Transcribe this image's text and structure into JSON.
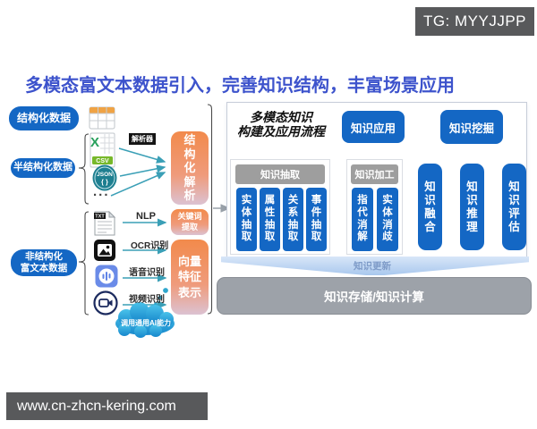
{
  "page": {
    "title": "多模态富文本数据引入，完善知识结构，丰富场景应用"
  },
  "badge": {
    "text": "TG: MYYJJPP"
  },
  "watermark": {
    "text": "www.cn-zhcn-kering.com"
  },
  "colors": {
    "primary_blue": "#1467C4",
    "title_blue": "#3D53CC",
    "orange_accent": "#F28A4B",
    "group_header_gray": "#9E9E9E",
    "storage_gray": "#9DA2A9",
    "badge_gray": "#58595B",
    "teal_connector": "#3A9FB6",
    "ribbon_blue": "#A9C8EE"
  },
  "left": {
    "structured_label": "结构化数据",
    "semi_structured_label": "半结构化数据",
    "unstructured_line1": "非结构化",
    "unstructured_line2": "富文本数据",
    "parser_tag": "解析器",
    "excel_x": "X",
    "csv_tag": "CSV",
    "json_tag": "JSON",
    "json_braces": "{ }",
    "txt_tag": "TXT",
    "ellipsis": "...",
    "nlp_label": "NLP",
    "ocr_label": "OCR识别",
    "asr_label": "语音识别",
    "video_label": "视频识别",
    "structural_parse": "结构化解析",
    "keyword_line1": "关键词",
    "keyword_line2": "提取",
    "vector_feature": "向量特征表示",
    "cloud_label": "调用通用AI能力"
  },
  "panel": {
    "title_line1": "多模态知识",
    "title_line2": "构建及应用流程",
    "application": "知识应用",
    "mining": "知识挖掘",
    "extract": {
      "header": "知识抽取",
      "items": [
        "实体抽取",
        "属性抽取",
        "关系抽取",
        "事件抽取"
      ]
    },
    "process": {
      "header": "知识加工",
      "items": [
        "指代消解",
        "实体消歧"
      ]
    },
    "fusion": "知识融合",
    "reasoning": "知识推理",
    "evaluation": "知识评估",
    "update": "知识更新",
    "storage": "知识存储/知识计算"
  }
}
